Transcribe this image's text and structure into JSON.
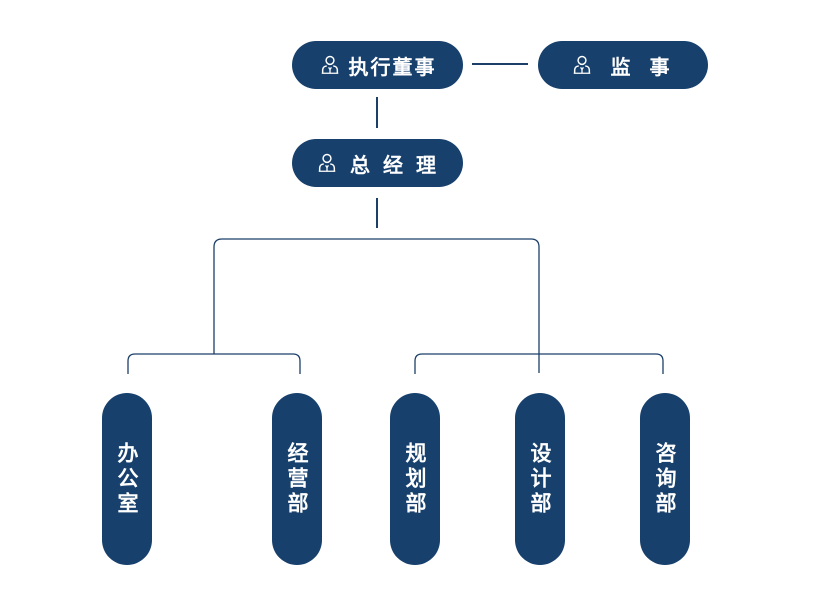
{
  "top_row": {
    "executive_director": {
      "label": "执行董事",
      "icon": "person-icon"
    },
    "supervisor": {
      "label": "监 事",
      "icon": "person-icon"
    }
  },
  "general_manager": {
    "label": "总 经 理",
    "icon": "person-icon"
  },
  "departments": [
    {
      "label": "办公室"
    },
    {
      "label": "经营部"
    },
    {
      "label": "规划部"
    },
    {
      "label": "设计部"
    },
    {
      "label": "咨询部"
    }
  ],
  "colors": {
    "node_fill": "#17406d",
    "connector": "#1c3f69",
    "text": "#ffffff"
  }
}
